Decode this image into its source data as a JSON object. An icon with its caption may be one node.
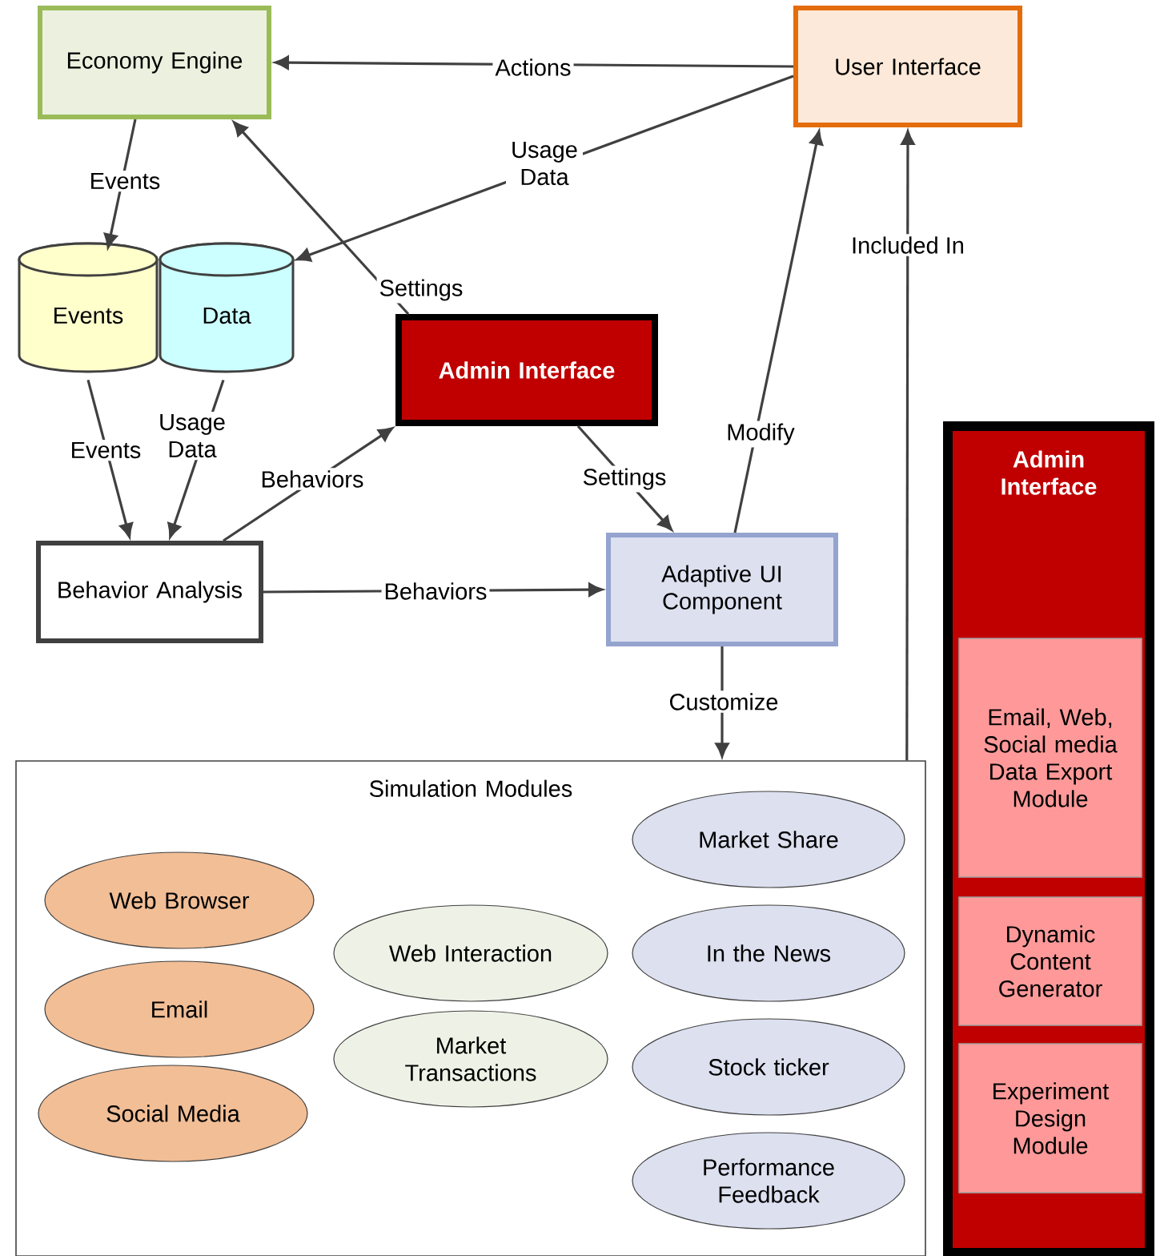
{
  "diagram": {
    "nodes": [
      {
        "text": [
          "Economy Engine"
        ]
      },
      {
        "text": [
          "User Interface"
        ]
      },
      {
        "text": [
          "Events"
        ]
      },
      {
        "text": [
          "Data"
        ]
      },
      {
        "text": [
          "Admin Interface"
        ]
      },
      {
        "text": [
          "Behavior Analysis"
        ]
      },
      {
        "text": [
          "Adaptive UI Component"
        ]
      },
      {
        "text": [
          "Simulation Modules"
        ]
      },
      {
        "text": [
          "Web Browser"
        ],
        "in": 7
      },
      {
        "text": [
          "Email"
        ],
        "in": 7
      },
      {
        "text": [
          "Social Media"
        ],
        "in": 7
      },
      {
        "text": [
          "Web Interaction"
        ],
        "in": 7
      },
      {
        "text": [
          "Market Transactions"
        ],
        "in": 7
      },
      {
        "text": [
          "Market Share"
        ],
        "in": 7
      },
      {
        "text": [
          "In the News"
        ],
        "in": 7
      },
      {
        "text": [
          "Stock ticker"
        ],
        "in": 7
      },
      {
        "text": [
          "Performance Feedback"
        ],
        "in": 7
      },
      {
        "text": [
          "Admin Interface"
        ]
      },
      {
        "text": [
          "Email, Web, Social media Data Export Module"
        ],
        "in": 17
      },
      {
        "text": [
          "Dynamic Content Generator"
        ],
        "in": 17
      },
      {
        "text": [
          "Experiment Design Module"
        ],
        "in": 17
      }
    ],
    "edges": [
      {
        "from": 1,
        "to": 0,
        "arrow": "to",
        "label": "Actions"
      },
      {
        "from": 1,
        "to": 3,
        "arrow": "to",
        "label": "Usage Data"
      },
      {
        "from": 0,
        "to": 2,
        "arrow": "to",
        "label": "Events"
      },
      {
        "from": 2,
        "to": 5,
        "arrow": "to",
        "label": "Events"
      },
      {
        "from": 3,
        "to": 5,
        "arrow": "to",
        "label": "Usage Data"
      },
      {
        "from": 5,
        "to": 4,
        "arrow": "to",
        "label": "Behaviors"
      },
      {
        "from": 4,
        "to": 0,
        "arrow": "to",
        "label": "Settings"
      },
      {
        "from": 4,
        "to": 6,
        "arrow": "to",
        "label": "Settings"
      },
      {
        "from": 5,
        "to": 6,
        "arrow": "to",
        "label": "Behaviors"
      },
      {
        "from": 6,
        "to": 1,
        "arrow": "to",
        "label": "Modify"
      },
      {
        "from": 6,
        "to": 7,
        "arrow": "to",
        "label": "Customize"
      },
      {
        "from": 7,
        "to": 1,
        "arrow": "to",
        "label": "Included In"
      }
    ]
  }
}
